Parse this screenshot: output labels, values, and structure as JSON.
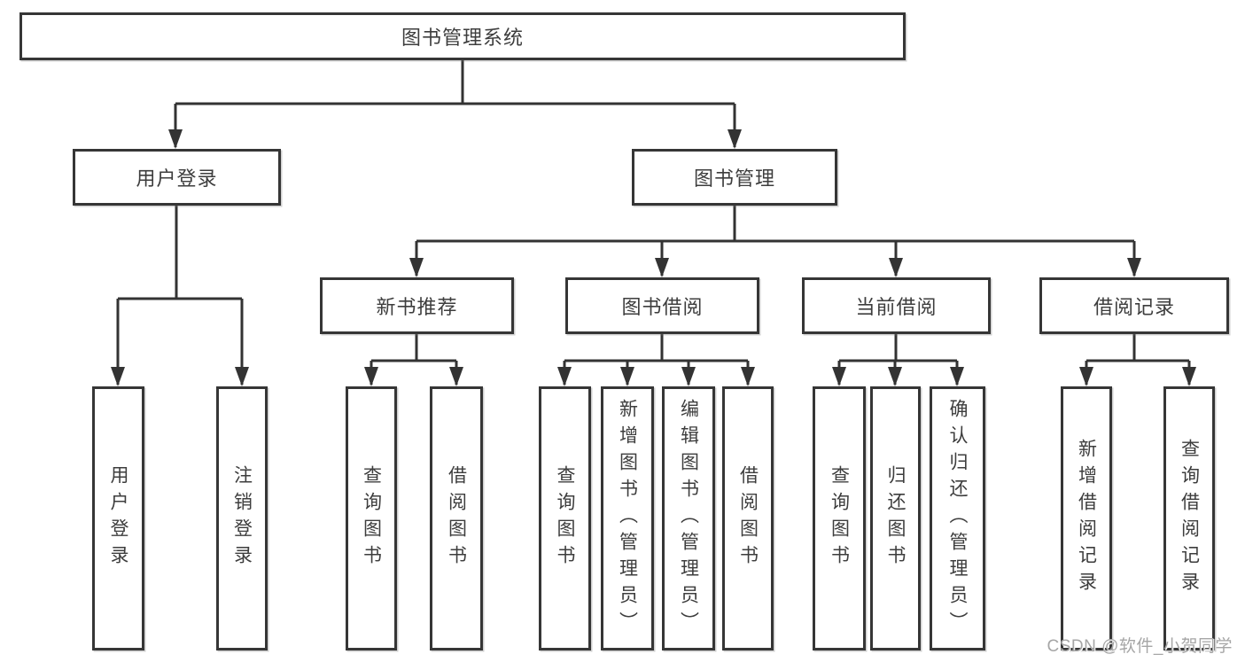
{
  "tree": {
    "root": {
      "label": "图书管理系统"
    },
    "level2": [
      {
        "label": "用户登录"
      },
      {
        "label": "图书管理"
      }
    ],
    "level3": [
      {
        "label": "新书推荐"
      },
      {
        "label": "图书借阅"
      },
      {
        "label": "当前借阅"
      },
      {
        "label": "借阅记录"
      }
    ],
    "leaves": {
      "user_login": [
        {
          "label": "用户登录"
        },
        {
          "label": "注销登录"
        }
      ],
      "new_books": [
        {
          "label": "查询图书"
        },
        {
          "label": "借阅图书"
        }
      ],
      "book_borrow": [
        {
          "label": "查询图书"
        },
        {
          "label": "新增图书（管理员）"
        },
        {
          "label": "编辑图书（管理员）"
        },
        {
          "label": "借阅图书"
        }
      ],
      "current_borrow": [
        {
          "label": "查询图书"
        },
        {
          "label": "归还图书"
        },
        {
          "label": "确认归还（管理员）"
        }
      ],
      "borrow_records": [
        {
          "label": "新增借阅记录"
        },
        {
          "label": "查询借阅记录"
        }
      ]
    }
  },
  "watermark": "CSDN @软件_小贺同学",
  "colors": {
    "line": "#333333",
    "box_border": "#363636",
    "text": "#3d3d3d",
    "watermark": "#a6a6a6",
    "background": "#ffffff"
  }
}
